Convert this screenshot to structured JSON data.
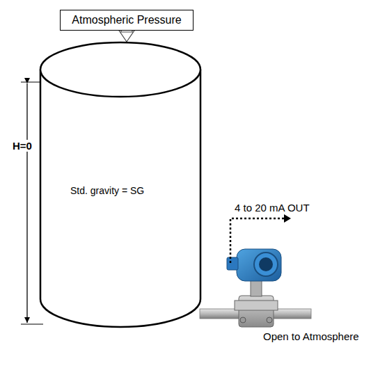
{
  "diagram": {
    "nodes": [
      {
        "text": [
          "Atmospheric Pressure"
        ]
      },
      {
        "text": [
          "Std. gravity = SG"
        ]
      }
    ],
    "edges": [
      {
        "from": 0,
        "to": 1,
        "arrow": "to"
      }
    ],
    "labels": [
      "H=0",
      "4 to 20 mA OUT",
      "Open to Atmosphere"
    ]
  }
}
